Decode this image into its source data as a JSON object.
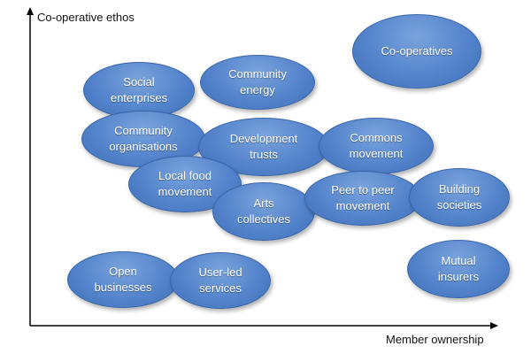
{
  "diagram": {
    "y_axis_label": "Co-operative ethos",
    "x_axis_label": "Member ownership",
    "bubbles": [
      {
        "line1": "Co-operatives",
        "line2": ""
      },
      {
        "line1": "Social",
        "line2": "enterprises"
      },
      {
        "line1": "Community",
        "line2": "energy"
      },
      {
        "line1": "Community",
        "line2": "organisations"
      },
      {
        "line1": "Development",
        "line2": "trusts"
      },
      {
        "line1": "Commons",
        "line2": "movement"
      },
      {
        "line1": "Local food",
        "line2": "movement"
      },
      {
        "line1": "Arts",
        "line2": "collectives"
      },
      {
        "line1": "Peer to peer",
        "line2": "movement"
      },
      {
        "line1": "Building",
        "line2": "societies"
      },
      {
        "line1": "Open",
        "line2": "businesses"
      },
      {
        "line1": "User-led",
        "line2": "services"
      },
      {
        "line1": "Mutual",
        "line2": "insurers"
      }
    ]
  }
}
